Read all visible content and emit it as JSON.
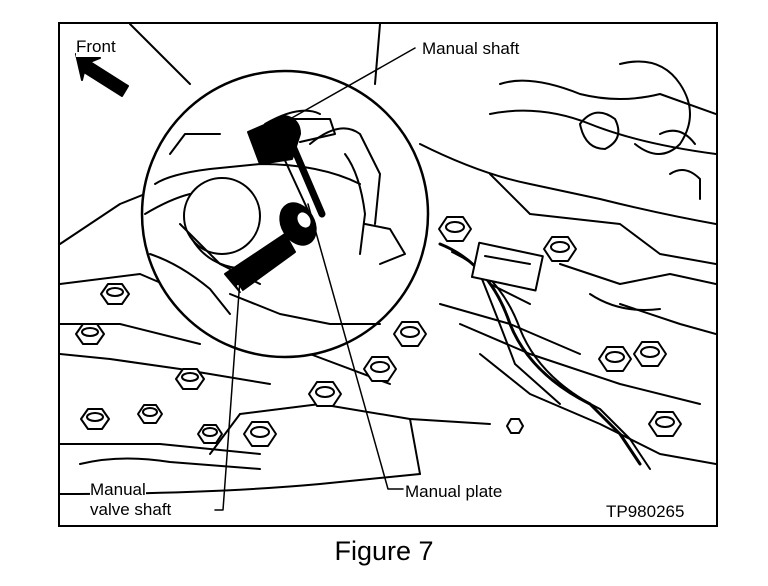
{
  "labels": {
    "front": "Front",
    "manual_shaft": "Manual shaft",
    "manual_valve_shaft_line1": "Manual",
    "manual_valve_shaft_line2": "valve shaft",
    "manual_plate": "Manual plate",
    "figure_code": "TP980265"
  },
  "caption": "Figure 7"
}
